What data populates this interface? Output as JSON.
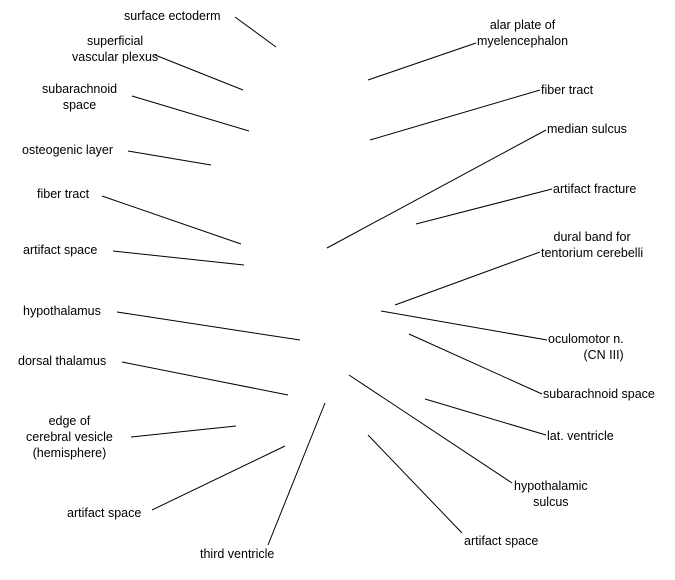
{
  "labels": {
    "surface_ectoderm": "surface ectoderm",
    "superficial_vascular_plexus": "superficial\nvascular plexus",
    "subarachnoid_space_left": "subarachnoid\nspace",
    "osteogenic_layer": "osteogenic layer",
    "fiber_tract_left": "fiber tract",
    "artifact_space_left": "artifact space",
    "hypothalamus": "hypothalamus",
    "dorsal_thalamus": "dorsal thalamus",
    "edge_of_cerebral_vesicle": "edge of\ncerebral vesicle\n(hemisphere)",
    "artifact_space_lower_left": "artifact space",
    "third_ventricle": "third ventricle",
    "alar_plate_of_myelencephalon": "alar plate of\nmyelencephalon",
    "fiber_tract_right": "fiber tract",
    "median_sulcus": "median sulcus",
    "artifact_fracture": "artifact fracture",
    "dural_band_for_tentorium_cerebelli": "dural band for\ntentorium cerebelli",
    "oculomotor_n": "oculomotor n.\n(CN III)",
    "subarachnoid_space_right": "subarachnoid space",
    "lat_ventricle": "lat. ventricle",
    "hypothalamic_sulcus": "hypothalamic\nsulcus",
    "artifact_space_lower_right": "artifact space"
  }
}
